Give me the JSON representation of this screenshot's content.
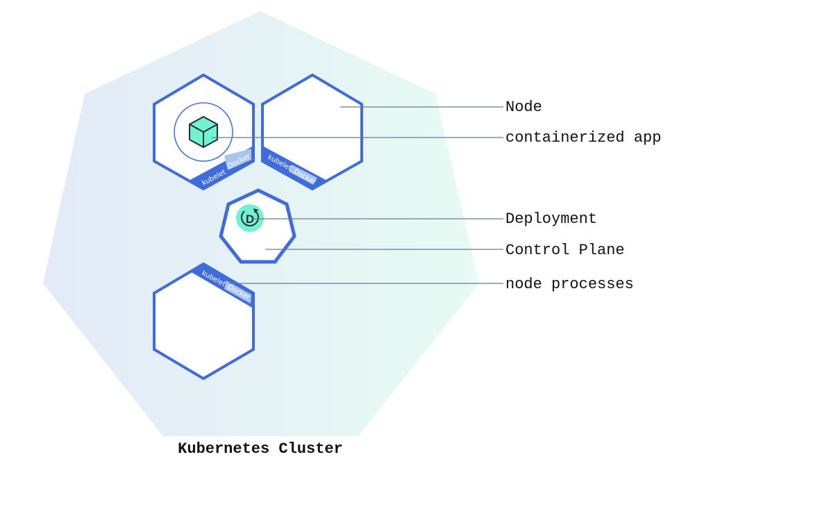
{
  "title": "Kubernetes Cluster",
  "labels": {
    "node": "Node",
    "containerized_app": "containerized app",
    "deployment": "Deployment",
    "control_plane": "Control Plane",
    "node_processes": "node processes"
  },
  "node_tags": {
    "kubelet": "kubelet",
    "docker": "Docker"
  },
  "deployment_icon_letter": "D",
  "colors": {
    "node_stroke": "#3f6bdc",
    "app_fill": "#73f2cf",
    "docker_tag": "#a9c5ec",
    "cluster_left": "#e4eaf8",
    "cluster_right": "#e6fbf3"
  }
}
